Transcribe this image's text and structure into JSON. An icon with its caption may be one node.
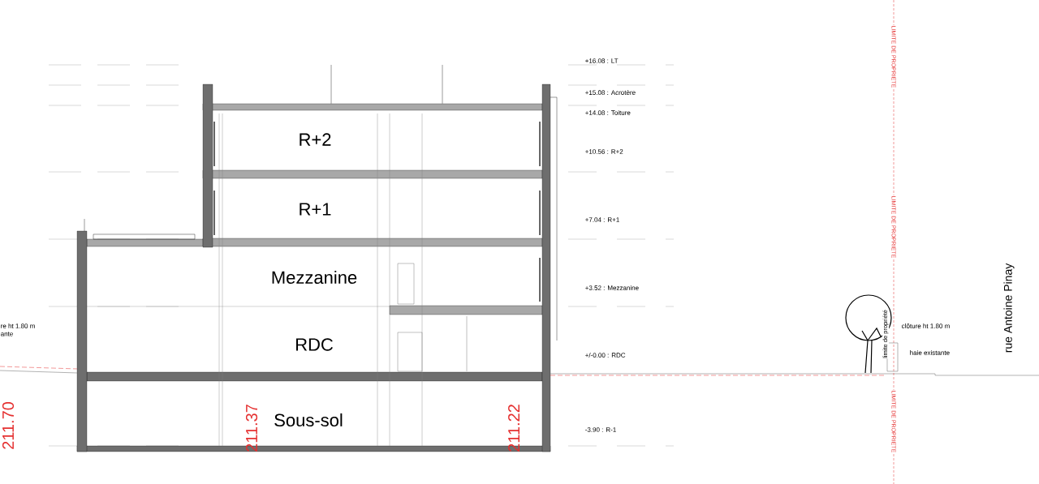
{
  "diagram": {
    "labels": [
      "+16.08 : LT",
      "+15.08 : Acrotère",
      "+14.08 : Toiture",
      "R+2",
      "+10.56 : R+2",
      "R+1",
      "+7.04 : R+1",
      "LIMITE DE PROPRIETE",
      "LIMITE DE PROPRIETE",
      "rue Antoine Pinay",
      "Mezzanine",
      "+3.52 : Mezzanine",
      "re ht 1.80 m",
      "ante",
      "limite de propriété",
      "clôture ht 1.80 m",
      "haie existante",
      "RDC",
      "+/-0.00 : RDC",
      "LIMITE DE PROPRIETE",
      "211.70",
      "211.37",
      "Sous-sol",
      "211.22",
      "-3.90 : R-1"
    ]
  }
}
